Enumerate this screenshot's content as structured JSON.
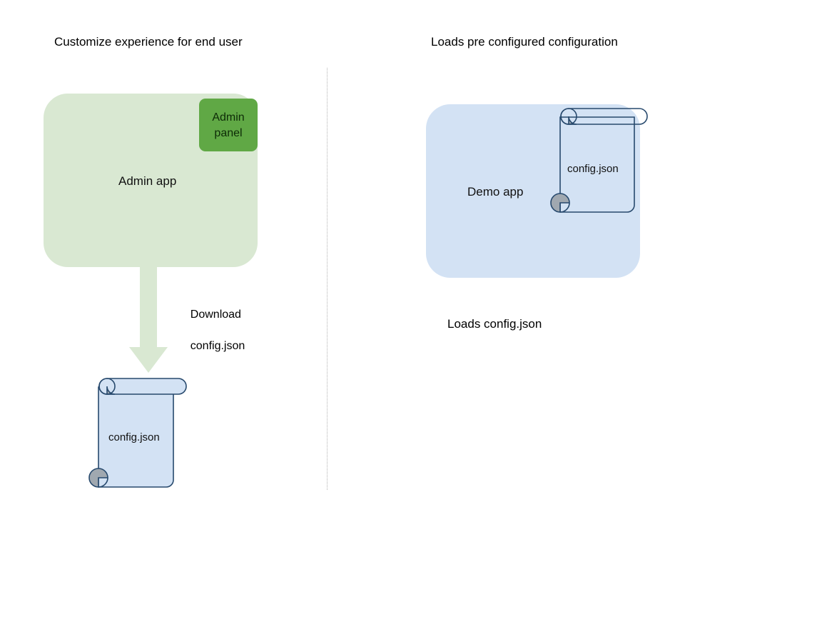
{
  "diagram": {
    "type": "flow-diagram",
    "title_left": "Customize experience for end user",
    "title_right": "Loads pre configured configuration",
    "divider": {
      "style": "dotted-vertical",
      "color": "#b3b3b3"
    },
    "left_column": {
      "app_box": {
        "label": "Admin app",
        "fill": "#d9e8d2",
        "shape": "rounded-rectangle"
      },
      "panel_chip": {
        "label": "Admin\npanel",
        "label_line1": "Admin",
        "label_line2": "panel",
        "fill": "#60a845",
        "shape": "rounded-rectangle"
      },
      "arrow": {
        "direction": "down",
        "fill": "#d9e8d2",
        "label_line1": "Download",
        "label_line2": "config.json"
      },
      "document": {
        "label": "config.json",
        "shape": "scroll",
        "fill": "#d3e2f4",
        "stroke": "#27496d",
        "curl_fill": "#a0a8b0"
      }
    },
    "right_column": {
      "app_box": {
        "label": "Demo app",
        "fill": "#d3e2f4",
        "shape": "rounded-rectangle"
      },
      "document": {
        "label": "config.json",
        "shape": "scroll",
        "fill": "transparent",
        "stroke": "#27496d",
        "curl_fill": "#a0a8b0"
      },
      "caption": "Loads config.json"
    }
  }
}
